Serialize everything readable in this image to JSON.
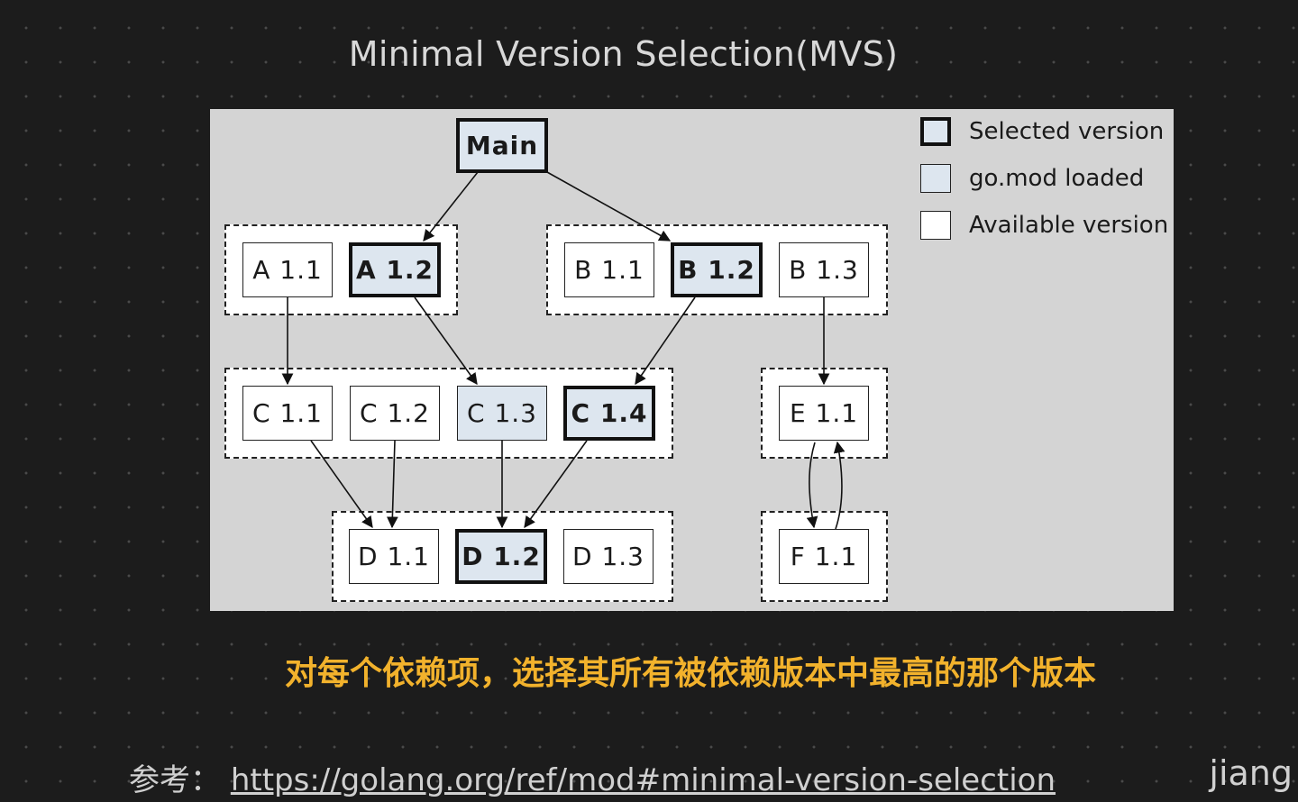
{
  "title": "Minimal Version Selection(MVS)",
  "diagram": {
    "root": "Main",
    "groups": [
      {
        "name": "A",
        "nodes": [
          {
            "label": "A 1.1",
            "state": "available"
          },
          {
            "label": "A 1.2",
            "state": "selected"
          }
        ]
      },
      {
        "name": "B",
        "nodes": [
          {
            "label": "B 1.1",
            "state": "available"
          },
          {
            "label": "B 1.2",
            "state": "selected"
          },
          {
            "label": "B 1.3",
            "state": "available"
          }
        ]
      },
      {
        "name": "C",
        "nodes": [
          {
            "label": "C 1.1",
            "state": "available"
          },
          {
            "label": "C 1.2",
            "state": "available"
          },
          {
            "label": "C 1.3",
            "state": "loaded"
          },
          {
            "label": "C 1.4",
            "state": "selected"
          }
        ]
      },
      {
        "name": "E",
        "nodes": [
          {
            "label": "E 1.1",
            "state": "available"
          }
        ]
      },
      {
        "name": "D",
        "nodes": [
          {
            "label": "D 1.1",
            "state": "available"
          },
          {
            "label": "D 1.2",
            "state": "selected"
          },
          {
            "label": "D 1.3",
            "state": "available"
          }
        ]
      },
      {
        "name": "F",
        "nodes": [
          {
            "label": "F 1.1",
            "state": "available"
          }
        ]
      }
    ],
    "edges": [
      [
        "Main",
        "A 1.2"
      ],
      [
        "Main",
        "B 1.2"
      ],
      [
        "A 1.1",
        "C 1.1"
      ],
      [
        "A 1.2",
        "C 1.3"
      ],
      [
        "B 1.2",
        "C 1.4"
      ],
      [
        "B 1.3",
        "E 1.1"
      ],
      [
        "C 1.1",
        "D 1.1"
      ],
      [
        "C 1.2",
        "D 1.1"
      ],
      [
        "C 1.3",
        "D 1.2"
      ],
      [
        "C 1.4",
        "D 1.2"
      ],
      [
        "E 1.1",
        "F 1.1"
      ],
      [
        "F 1.1",
        "E 1.1"
      ]
    ],
    "legend": [
      {
        "label": "Selected version",
        "state": "selected"
      },
      {
        "label": "go.mod loaded",
        "state": "loaded"
      },
      {
        "label": "Available version",
        "state": "available"
      }
    ],
    "colors": {
      "panel": "#d4d4d4",
      "loaded_fill": "#dde6ef",
      "caption": "#f2b22c",
      "background": "#1c1c1c"
    }
  },
  "caption": "对每个依赖项，选择其所有被依赖版本中最高的那个版本",
  "reference": {
    "prefix": "参考：",
    "link": "https://golang.org/ref/mod#minimal-version-selection"
  },
  "author": "jiang"
}
